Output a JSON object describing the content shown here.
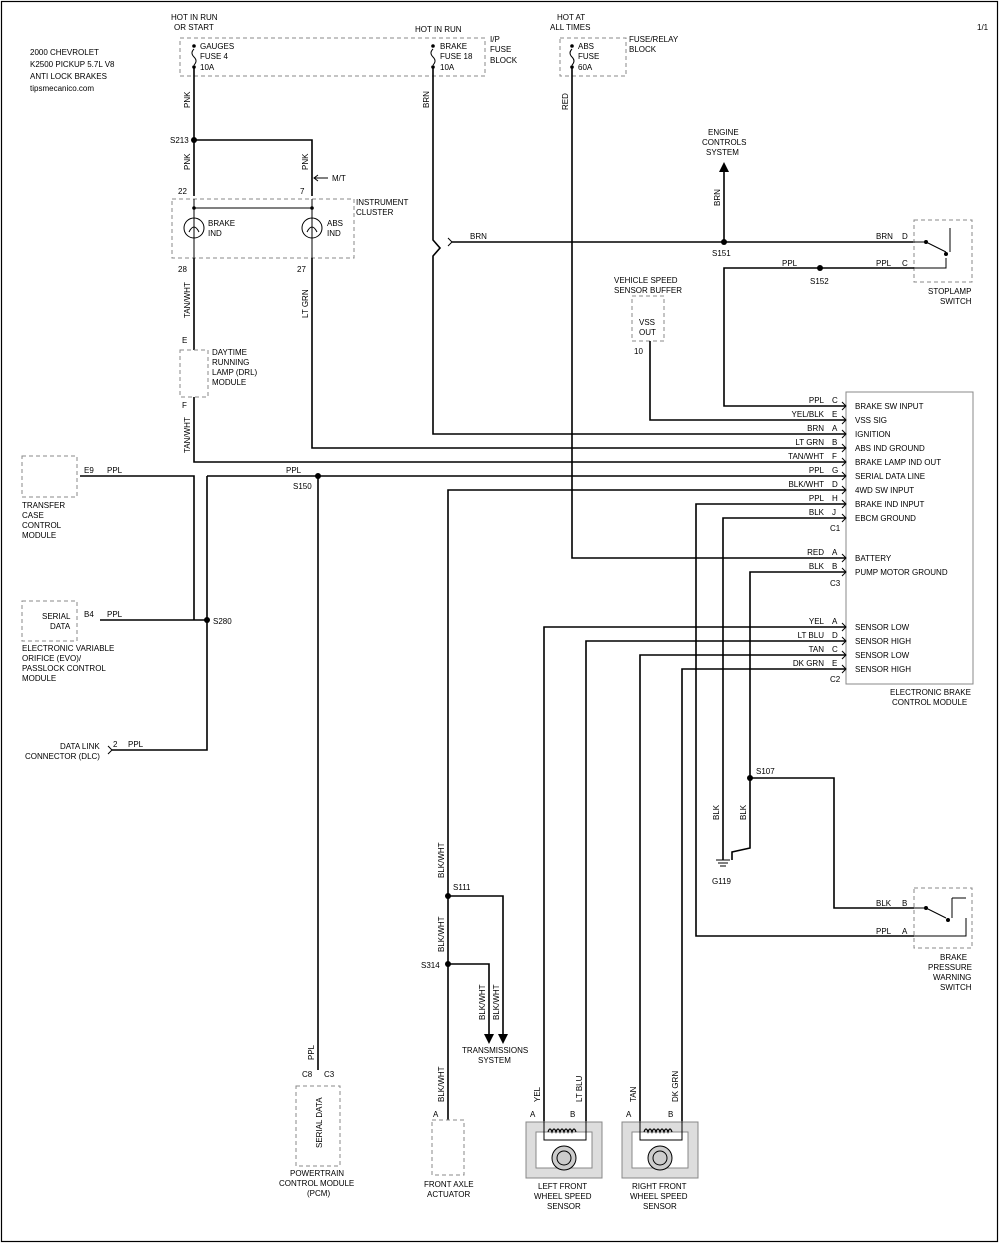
{
  "header": {
    "line1": "2000 CHEVROLET",
    "line2": "K2500 PICKUP  5.7L  V8",
    "line3": "ANTI LOCK BRAKES",
    "line4": "tipsmecanico.com",
    "page": "1/1"
  },
  "power": {
    "run_start_1": "HOT IN RUN",
    "run_start_2": "OR START",
    "gauges_fuse_1": "GAUGES",
    "gauges_fuse_2": "FUSE 4",
    "gauges_fuse_3": "10A",
    "hot_run": "HOT IN RUN",
    "brake_fuse_1": "BRAKE",
    "brake_fuse_2": "FUSE 18",
    "brake_fuse_3": "10A",
    "ip_block_1": "I/P",
    "ip_block_2": "FUSE",
    "ip_block_3": "BLOCK",
    "hot_all_1": "HOT AT",
    "hot_all_2": "ALL TIMES",
    "abs_fuse_1": "ABS",
    "abs_fuse_2": "FUSE",
    "abs_fuse_3": "60A",
    "relay_block_1": "FUSE/RELAY",
    "relay_block_2": "BLOCK"
  },
  "wires": {
    "pnk": "PNK",
    "brn": "BRN",
    "red": "RED",
    "mt": "M/T",
    "tan_wht": "TAN/WHT",
    "lt_grn": "LT GRN",
    "ppl": "PPL",
    "blk": "BLK",
    "blk_wht": "BLK/WHT",
    "yel": "YEL",
    "lt_blu": "LT BLU",
    "tan": "TAN",
    "dk_grn": "DK GRN",
    "yel_blk": "YEL/BLK"
  },
  "splices": {
    "s213": "S213",
    "s151": "S151",
    "s152": "S152",
    "s150": "S150",
    "s280": "S280",
    "s107": "S107",
    "s111": "S111",
    "s314": "S314",
    "g119": "G119"
  },
  "pins": {
    "p22": "22",
    "p7": "7",
    "p28": "28",
    "p27": "27",
    "e": "E",
    "f": "F",
    "e9": "E9",
    "b4": "B4",
    "p2": "2",
    "p10": "10",
    "c8": "C8",
    "c3": "C3",
    "a": "A",
    "b": "B",
    "c": "C",
    "d": "D",
    "g": "G",
    "h": "H",
    "j": "J",
    "c1": "C1",
    "c2": "C2"
  },
  "components": {
    "cluster_1": "INSTRUMENT",
    "cluster_2": "CLUSTER",
    "brake_ind_1": "BRAKE",
    "brake_ind_2": "IND",
    "abs_ind_1": "ABS",
    "abs_ind_2": "IND",
    "engine_1": "ENGINE",
    "engine_2": "CONTROLS",
    "engine_3": "SYSTEM",
    "stoplamp_1": "STOPLAMP",
    "stoplamp_2": "SWITCH",
    "vss_buffer_1": "VEHICLE SPEED",
    "vss_buffer_2": "SENSOR BUFFER",
    "vss_1": "VSS",
    "vss_2": "OUT",
    "drl_1": "DAYTIME",
    "drl_2": "RUNNING",
    "drl_3": "LAMP (DRL)",
    "drl_4": "MODULE",
    "tccm_1": "TRANSFER",
    "tccm_2": "CASE",
    "tccm_3": "CONTROL",
    "tccm_4": "MODULE",
    "serial_1": "SERIAL",
    "serial_2": "DATA",
    "evo_1": "ELECTRONIC VARIABLE",
    "evo_2": "ORIFICE (EVO)/",
    "evo_3": "PASSLOCK CONTROL",
    "evo_4": "MODULE",
    "dlc_1": "DATA LINK",
    "dlc_2": "CONNECTOR (DLC)",
    "ebcm_1": "ELECTRONIC BRAKE",
    "ebcm_2": "CONTROL MODULE",
    "bpws_1": "BRAKE",
    "bpws_2": "PRESSURE",
    "bpws_3": "WARNING",
    "bpws_4": "SWITCH",
    "trans_1": "TRANSMISSIONS",
    "trans_2": "SYSTEM",
    "pcm_serial": "SERIAL DATA",
    "pcm_1": "POWERTRAIN",
    "pcm_2": "CONTROL MODULE",
    "pcm_3": "(PCM)",
    "axle_1": "FRONT AXLE",
    "axle_2": "ACTUATOR",
    "lf_1": "LEFT FRONT",
    "lf_2": "WHEEL SPEED",
    "lf_3": "SENSOR",
    "rf_1": "RIGHT FRONT",
    "rf_2": "WHEEL SPEED",
    "rf_3": "SENSOR"
  },
  "ebcm_pins": [
    {
      "wire": "PPL",
      "pin": "C",
      "label": "BRAKE SW INPUT"
    },
    {
      "wire": "YEL/BLK",
      "pin": "E",
      "label": "VSS SIG"
    },
    {
      "wire": "BRN",
      "pin": "A",
      "label": "IGNITION"
    },
    {
      "wire": "LT GRN",
      "pin": "B",
      "label": "ABS IND GROUND"
    },
    {
      "wire": "TAN/WHT",
      "pin": "F",
      "label": "BRAKE LAMP IND OUT"
    },
    {
      "wire": "PPL",
      "pin": "G",
      "label": "SERIAL DATA LINE"
    },
    {
      "wire": "BLK/WHT",
      "pin": "D",
      "label": "4WD SW INPUT"
    },
    {
      "wire": "PPL",
      "pin": "H",
      "label": "BRAKE IND INPUT"
    },
    {
      "wire": "BLK",
      "pin": "J",
      "label": "EBCM GROUND"
    },
    {
      "wire": "RED",
      "pin": "A",
      "label": "BATTERY"
    },
    {
      "wire": "BLK",
      "pin": "B",
      "label": "PUMP MOTOR GROUND"
    },
    {
      "wire": "YEL",
      "pin": "A",
      "label": "SENSOR LOW"
    },
    {
      "wire": "LT BLU",
      "pin": "D",
      "label": "SENSOR HIGH"
    },
    {
      "wire": "TAN",
      "pin": "C",
      "label": "SENSOR LOW"
    },
    {
      "wire": "DK GRN",
      "pin": "E",
      "label": "SENSOR HIGH"
    }
  ]
}
